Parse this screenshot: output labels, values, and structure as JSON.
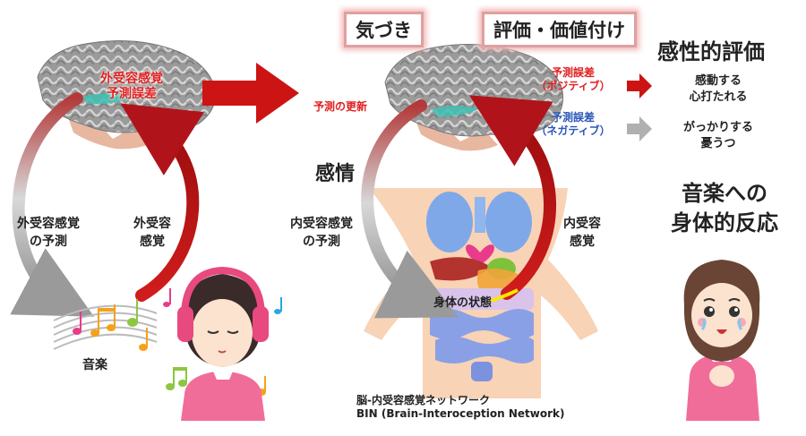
{
  "left": {
    "brain_label_line1": "外受容感覚",
    "brain_label_line2": "予測誤差",
    "loop_left_line1": "外受容感覚",
    "loop_left_line2": "の予測",
    "loop_right_line1": "外受容",
    "loop_right_line2": "感覚",
    "music_label": "音楽"
  },
  "center": {
    "box_awareness": "気づき",
    "box_evaluation": "評価・価値付け",
    "prediction_update": "予測の更新",
    "emotion": "感情",
    "error_pos_line1": "予測誤差",
    "error_pos_line2": "（ポジティブ）",
    "error_neg_line1": "予測誤差",
    "error_neg_line2": "（ネガティブ）",
    "loop_left_line1": "内受容感覚",
    "loop_left_line2": "の予測",
    "loop_right_line1": "内受容",
    "loop_right_line2": "感覚",
    "body_state": "身体の状態",
    "network_line1": "脳-内受容感覚ネットワーク",
    "network_line2": "BIN (Brain-Interoception Network)"
  },
  "right": {
    "title": "感性的評価",
    "positive_line1": "感動する",
    "positive_line2": "心打たれる",
    "negative_line1": "がっかりする",
    "negative_line2": "憂うつ",
    "reaction_line1": "音楽への",
    "reaction_line2": "身体的反応"
  },
  "colors": {
    "accent_red": "#cc1414",
    "label_red": "#e02020",
    "label_blue": "#2a56b8",
    "arrow_gray": "#b0b0b0",
    "brain_gray": "#8a8a8a",
    "skin": "#f8d3b6"
  }
}
